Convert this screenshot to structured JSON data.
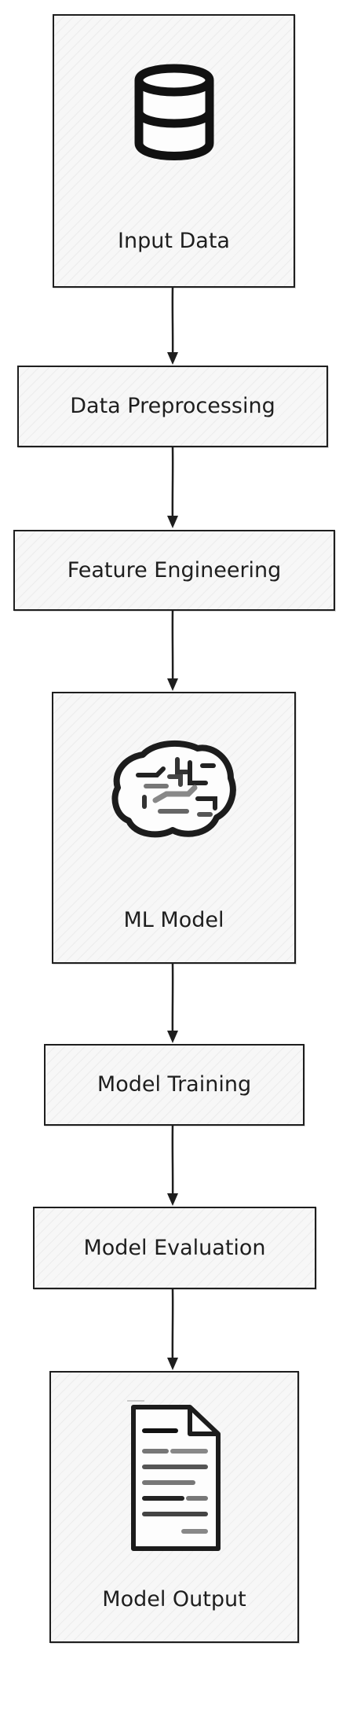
{
  "diagram": {
    "nodes": [
      {
        "id": "input",
        "label": "Input Data",
        "icon": "database-icon"
      },
      {
        "id": "preprocessing",
        "label": "Data Preprocessing"
      },
      {
        "id": "features",
        "label": "Feature Engineering"
      },
      {
        "id": "model",
        "label": "ML Model",
        "icon": "brain-icon"
      },
      {
        "id": "training",
        "label": "Model Training"
      },
      {
        "id": "evaluation",
        "label": "Model Evaluation"
      },
      {
        "id": "output",
        "label": "Model Output",
        "icon": "document-icon"
      }
    ],
    "edges": [
      [
        "input",
        "preprocessing"
      ],
      [
        "preprocessing",
        "features"
      ],
      [
        "features",
        "model"
      ],
      [
        "model",
        "training"
      ],
      [
        "training",
        "evaluation"
      ],
      [
        "evaluation",
        "output"
      ]
    ]
  }
}
